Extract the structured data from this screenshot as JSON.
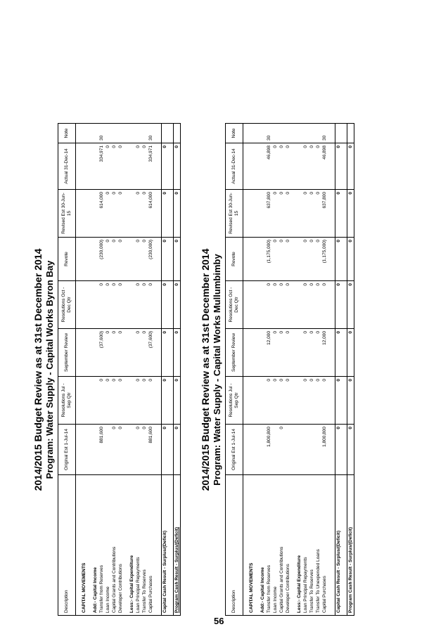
{
  "page_number": "56",
  "columns": [
    "Description",
    "Original Est 1-Jul-14",
    "Resolutions Jul - Sep Qtr",
    "September Review",
    "Resolutions Oct - Dec Qtr",
    "Revote",
    "Revised Est 30-Jun-15",
    "Actual 31-Dec-14",
    "Note"
  ],
  "tables": [
    {
      "title": "2014/2015 Budget Review as at 31st December 2014",
      "program": "Program: Water Supply - Capital Works Byron Bay",
      "section": "CAPITAL MOVEMENTS",
      "add_header": "Add:- Capital Income",
      "add_rows": [
        [
          "Transfer from Reserves",
          "881,600",
          "0",
          "(37,600)",
          "0",
          "(230,000)",
          "614,000",
          "334,971",
          "30"
        ],
        [
          "Loan Income",
          "",
          "0",
          "0",
          "0",
          "0",
          "0",
          "0",
          ""
        ],
        [
          "Capital Grants and Contributions",
          "0",
          "0",
          "0",
          "0",
          "0",
          "0",
          "0",
          ""
        ],
        [
          "Developer Contributions",
          "0",
          "0",
          "0",
          "0",
          "0",
          "0",
          "0",
          ""
        ]
      ],
      "less_header": "Less:- Capital Expenditure",
      "less_rows": [
        [
          "Loan Principal Repayments",
          "0",
          "0",
          "0",
          "0",
          "0",
          "0",
          "0",
          ""
        ],
        [
          "Transfer To Reserves",
          "0",
          "0",
          "0",
          "0",
          "0",
          "0",
          "0",
          ""
        ],
        [
          "Capital Purchases",
          "881,600",
          "0",
          "(37,600)",
          "0",
          "(230,000)",
          "614,000",
          "334,971",
          "30"
        ]
      ],
      "capital_result": [
        "Capital Cash Result - Surplus/(Deficit)",
        "0",
        "0",
        "0",
        "0",
        "0",
        "0",
        "0",
        ""
      ],
      "program_result": [
        "Program Cash Result - Surplus/(Deficit)",
        "0",
        "0",
        "0",
        "0",
        "0",
        "0",
        "0",
        ""
      ]
    },
    {
      "title": "2014/2015 Budget Review as at 31st December 2014",
      "program": "Program: Water Supply - Capital Works Mullumbimby",
      "section": "CAPITAL MOVEMENTS",
      "add_header": "Add:- Capital Income",
      "add_rows": [
        [
          "Transfer from Reserves",
          "1,800,800",
          "0",
          "12,000",
          "0",
          "(1,175,000)",
          "637,800",
          "46,898",
          "30"
        ],
        [
          "Loan Income",
          "",
          "0",
          "0",
          "0",
          "0",
          "0",
          "0",
          ""
        ],
        [
          "Capital Grants and Contributions",
          "0",
          "0",
          "0",
          "0",
          "0",
          "0",
          "0",
          ""
        ],
        [
          "Developer Contributions",
          "",
          "0",
          "0",
          "0",
          "0",
          "0",
          "0",
          ""
        ]
      ],
      "less_header": "Less:- Capital Expenditure",
      "less_rows": [
        [
          "Loan Principal Repayments",
          "",
          "0",
          "0",
          "0",
          "0",
          "0",
          "0",
          ""
        ],
        [
          "Transfer To Reserves",
          "",
          "0",
          "0",
          "0",
          "0",
          "0",
          "0",
          ""
        ],
        [
          "Transfer To Unexpended Loans",
          "",
          "0",
          "0",
          "0",
          "0",
          "0",
          "0",
          ""
        ],
        [
          "Capital Purchases",
          "1,800,800",
          "0",
          "12,000",
          "0",
          "(1,175,000)",
          "637,800",
          "46,898",
          "30"
        ]
      ],
      "capital_result": [
        "Capital Cash Result - Surplus/(Deficit)",
        "0",
        "0",
        "0",
        "0",
        "0",
        "0",
        "0",
        ""
      ],
      "program_result": [
        "Program Cash Result - Surplus/(Deficit)",
        "0",
        "0",
        "0",
        "0",
        "0",
        "0",
        "0",
        ""
      ]
    }
  ]
}
